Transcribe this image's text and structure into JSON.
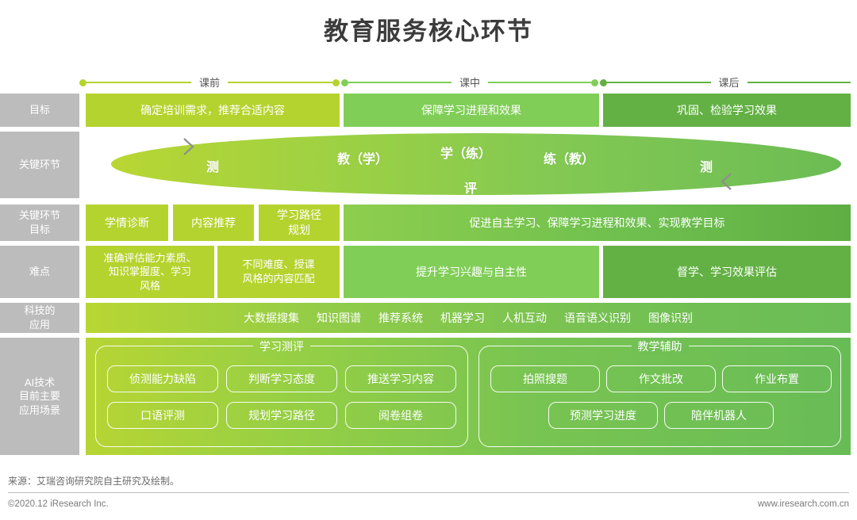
{
  "title": "教育服务核心环节",
  "colors": {
    "yellow_green": "#b5d32e",
    "mid_green": "#80ce57",
    "deep_green": "#63b144",
    "label_gray": "#bcbcbc",
    "text_gray": "#555555"
  },
  "timeline": {
    "segments": [
      {
        "label": "课前",
        "color": "#b5d32e"
      },
      {
        "label": "课中",
        "color": "#80ce57"
      },
      {
        "label": "课后",
        "color": "#63b144"
      }
    ]
  },
  "rows": {
    "goal": {
      "label": "目标",
      "cells": [
        {
          "text": "确定培训需求，推荐合适内容",
          "color": "#b5d32e"
        },
        {
          "text": "保障学习进程和效果",
          "color": "#80ce57"
        },
        {
          "text": "巩固、检验学习效果",
          "color": "#63b144"
        }
      ]
    },
    "key_link": {
      "label": "关键环节",
      "ellipse_items": [
        {
          "text": "测"
        },
        {
          "text": "教（学）"
        },
        {
          "text": "学（练）"
        },
        {
          "text": "练（教）"
        },
        {
          "text": "测"
        },
        {
          "text": "评"
        }
      ]
    },
    "key_link_goal": {
      "label": "关键环节\n目标",
      "label_line1": "关键环节",
      "label_line2": "目标",
      "cells": [
        {
          "text": "学情诊断",
          "color": "#b5d32e"
        },
        {
          "text": "内容推荐",
          "color": "#b5d32e"
        },
        {
          "text": "学习路径\n规划",
          "color": "#b5d32e"
        },
        {
          "text": "促进自主学习、保障学习进程和效果、实现教学目标",
          "color": "gradient"
        }
      ]
    },
    "difficulty": {
      "label": "难点",
      "cells": [
        {
          "text": "准确评估能力素质、\n知识掌握度、学习\n风格",
          "color": "#b5d32e"
        },
        {
          "text": "不同难度、授课\n风格的内容匹配",
          "color": "#b5d32e"
        },
        {
          "text": "提升学习兴趣与自主性",
          "color": "#80ce57"
        },
        {
          "text": "督学、学习效果评估",
          "color": "#63b144"
        }
      ]
    },
    "tech": {
      "label": "科技的\n应用",
      "label_line1": "科技的",
      "label_line2": "应用",
      "items": [
        "大数据搜集",
        "知识图谱",
        "推荐系统",
        "机器学习",
        "人机互动",
        "语音语义识别",
        "图像识别"
      ]
    },
    "ai": {
      "label_line1": "AI技术",
      "label_line2": "目前主要",
      "label_line3": "应用场景",
      "groups": [
        {
          "title": "学习测评",
          "row1": [
            "侦测能力缺陷",
            "判断学习态度",
            "推送学习内容"
          ],
          "row2": [
            "口语评测",
            "规划学习路径",
            "阅卷组卷"
          ]
        },
        {
          "title": "教学辅助",
          "row1": [
            "拍照搜题",
            "作文批改",
            "作业布置"
          ],
          "row2": [
            "预测学习进度",
            "陪伴机器人"
          ]
        }
      ]
    }
  },
  "footer": {
    "source": "来源：艾瑞咨询研究院自主研究及绘制。",
    "copyright": "©2020.12 iResearch Inc.",
    "website": "www.iresearch.com.cn"
  }
}
